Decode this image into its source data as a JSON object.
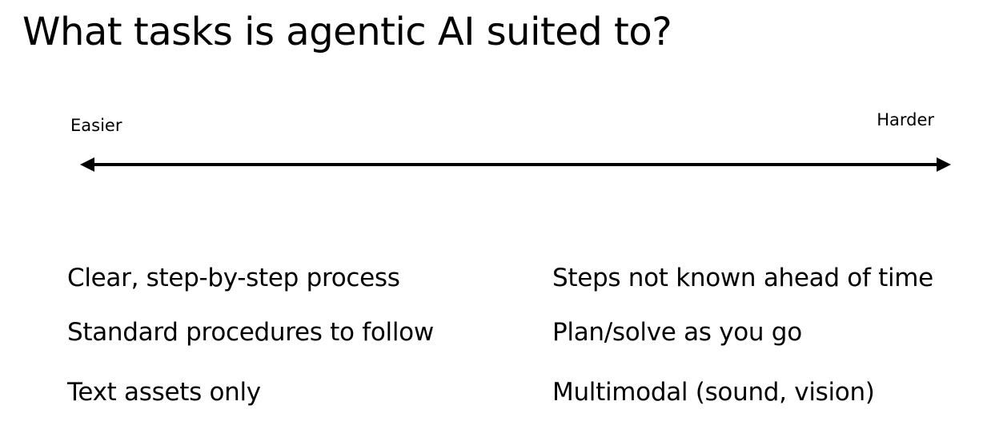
{
  "title": "What tasks is agentic AI suited to?",
  "scale": {
    "left_label": "Easier",
    "right_label": "Harder",
    "line_color": "#000000"
  },
  "left_column": {
    "items": [
      "Clear, step-by-step process",
      "Standard procedures to follow",
      "Text assets only"
    ]
  },
  "right_column": {
    "items": [
      "Steps not known ahead of time",
      "Plan/solve as you go",
      "Multimodal (sound, vision)"
    ]
  }
}
